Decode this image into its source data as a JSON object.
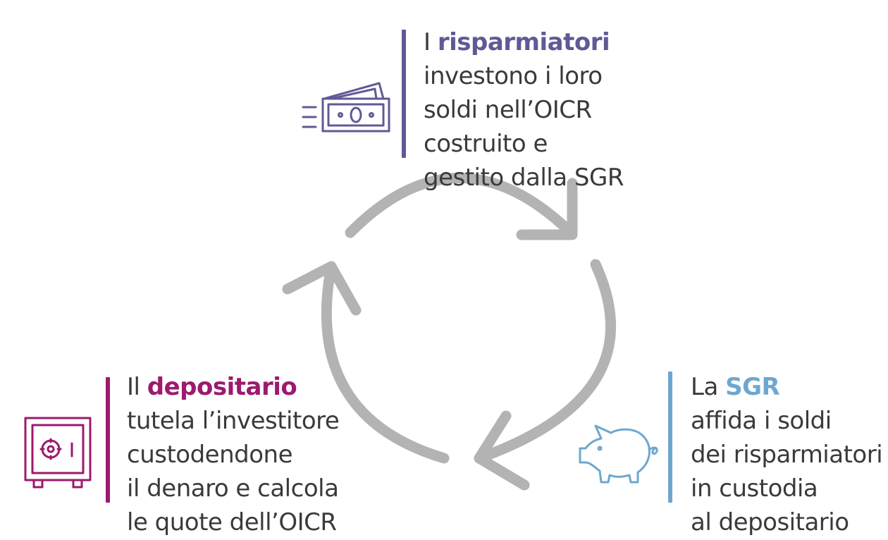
{
  "colors": {
    "arrow": "#b3b3b3",
    "risparmiatori": "#5f5a95",
    "sgr": "#6ea7cf",
    "depositario": "#9d1a6e",
    "text": "#3a3a3a"
  },
  "risparmiatori": {
    "icon": "money-bills-icon",
    "prefix": "I ",
    "highlight": "risparmiatori",
    "lines": [
      "investono i loro",
      "soldi nell’OICR",
      "costruito e",
      "gestito dalla SGR"
    ]
  },
  "sgr": {
    "icon": "piggy-bank-icon",
    "prefix": "La ",
    "highlight": "SGR",
    "lines": [
      "affida i soldi",
      "dei risparmiatori",
      "in custodia",
      "al depositario"
    ]
  },
  "depositario": {
    "icon": "safe-icon",
    "prefix": "Il ",
    "highlight": "depositario",
    "lines": [
      "tutela l’investitore",
      "custodendone",
      "il denaro e calcola",
      "le quote dell’OICR"
    ]
  }
}
